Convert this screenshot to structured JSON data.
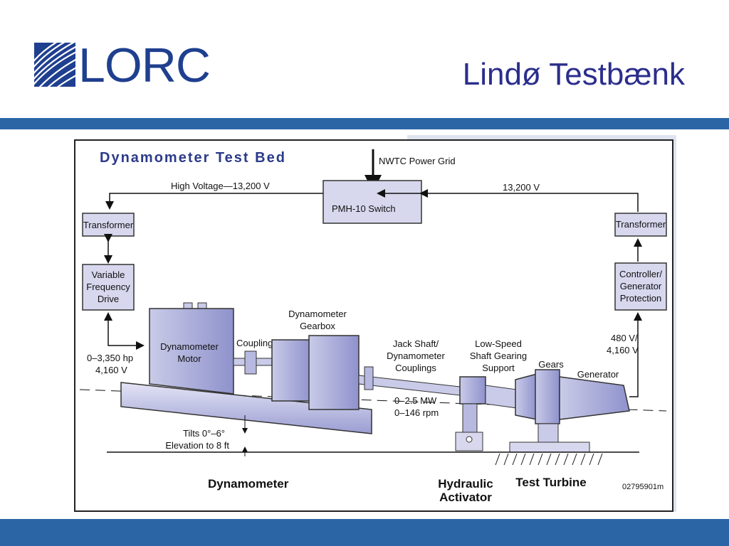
{
  "header": {
    "logo_text": "LORC",
    "title": "Lindø Testbænk"
  },
  "diagram": {
    "title": "Dynamometer Test Bed",
    "power_grid": "NWTC Power Grid",
    "switch": "PMH-10 Switch",
    "hv_label": "High Voltage—13,200 V",
    "right_voltage": "13,200 V",
    "transformer_left": "Transformer",
    "transformer_right": "Transformer",
    "vfd": [
      "Variable",
      "Frequency",
      "Drive"
    ],
    "controller": [
      "Controller/",
      "Generator",
      "Protection"
    ],
    "motor_rating": [
      "0–3,350 hp",
      "4,160 V"
    ],
    "gen_voltage": [
      "480 V/",
      "4,160 V"
    ],
    "motor": [
      "Dynamometer",
      "Motor"
    ],
    "coupling": "Coupling",
    "gearbox": [
      "Dynamometer",
      "Gearbox"
    ],
    "jackshaft": [
      "Jack Shaft/",
      "Dynamometer",
      "Couplings"
    ],
    "lowspeed": [
      "Low-Speed",
      "Shaft Gearing",
      "Support"
    ],
    "gears": "Gears",
    "generator": "Generator",
    "power_rating": [
      "0–2.5 MW",
      "0–146 rpm"
    ],
    "tilt": [
      "Tilts 0°–6°",
      "Elevation to 8 ft"
    ],
    "label_dyno": "Dynamometer",
    "label_hydraulic": [
      "Hydraulic",
      "Activator"
    ],
    "label_turbine": "Test Turbine",
    "figure_id": "02795901m"
  }
}
